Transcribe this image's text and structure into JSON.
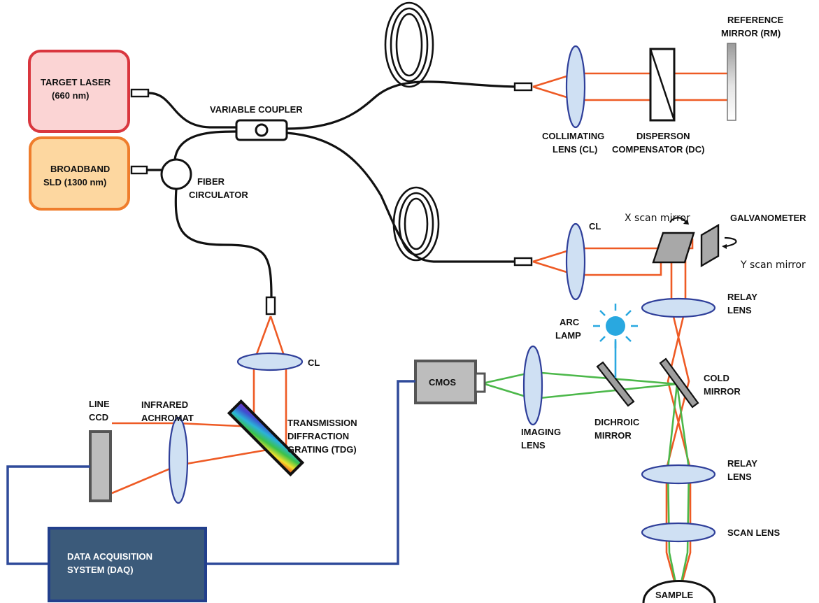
{
  "labels": {
    "target_laser": [
      "TARGET LASER",
      "(660 nm)"
    ],
    "broadband_sld": [
      "BROADBAND",
      "SLD (1300 nm)"
    ],
    "variable_coupler": "VARIABLE COUPLER",
    "fiber_circulator": [
      "FIBER",
      "CIRCULATOR"
    ],
    "reference_mirror": [
      "REFERENCE",
      "MIRROR (RM)"
    ],
    "collimating_lens": [
      "COLLIMATING",
      "LENS (CL)"
    ],
    "dispersion_compensator": [
      "DISPERSON",
      "COMPENSATOR (DC)"
    ],
    "cl_sample_arm": "CL",
    "x_scan_mirror": "X scan mirror",
    "galvanometer": "GALVANOMETER",
    "y_scan_mirror": "Y scan mirror",
    "relay_lens_top": [
      "RELAY",
      "LENS"
    ],
    "arc_lamp": [
      "ARC",
      "LAMP"
    ],
    "cl_spectrometer": "CL",
    "cmos": "CMOS",
    "cold_mirror": [
      "COLD",
      "MIRROR"
    ],
    "imaging_lens": [
      "IMAGING",
      "LENS"
    ],
    "dichroic_mirror": [
      "DICHROIC",
      "MIRROR"
    ],
    "relay_lens_bottom": [
      "RELAY",
      "LENS"
    ],
    "scan_lens": "SCAN LENS",
    "sample": "SAMPLE",
    "line_ccd": [
      "LINE",
      "CCD"
    ],
    "infrared_achromat": [
      "INFRARED",
      "ACHROMAT"
    ],
    "tdg": [
      "TRANSMISSION",
      "DIFFRACTION",
      "GRATING (TDG)"
    ],
    "daq": [
      "DATA ACQUISITION",
      "SYSTEM (DAQ)"
    ]
  },
  "colors": {
    "fiber": "#111111",
    "oct_beam": "#ee5a24",
    "visible_beam": "#4cb84a",
    "cable": "#2f4a9a",
    "lens_fill": "#cfe0f3",
    "lens_stroke": "#2f3f9a",
    "target_laser_fill": "#fbd4d4",
    "target_laser_border": "#d9363e",
    "sld_fill": "#fdd7a0",
    "sld_border": "#ef7d2c",
    "daq_fill": "#3b5a7a",
    "daq_border": "#223f8c",
    "arc_lamp": "#29a8e0",
    "component_gray": "#bdbdbd"
  },
  "icons": [
    "arc-lamp-icon",
    "rotation-arrow-icon",
    "diffraction-grating-icon"
  ]
}
